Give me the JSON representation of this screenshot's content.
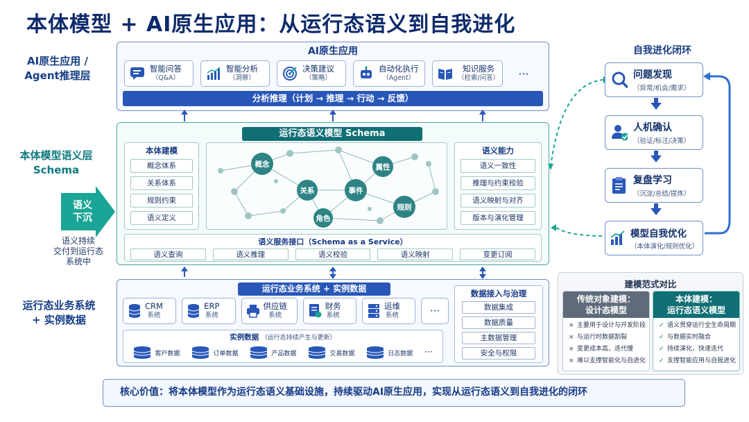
{
  "title": "本体模型 + AI原生应用：从运行态语义到自我进化",
  "layers": {
    "ai": "AI原生应用 /\nAgent推理层",
    "schema": "本体模型语义层\nSchema",
    "biz": "运行态业务系统\n+ 实例数据"
  },
  "sink": {
    "arrow_label": "语义\n下沉",
    "desc": "语义持续\n交付到运行态\n系统中"
  },
  "ai_panel": {
    "title": "AI原生应用",
    "apps": [
      {
        "icon": "chat-icon",
        "label": "智能问答",
        "sub": "（Q&A）"
      },
      {
        "icon": "chart-icon",
        "label": "智能分析",
        "sub": "（洞察）"
      },
      {
        "icon": "target-icon",
        "label": "决策建议",
        "sub": "（策略）"
      },
      {
        "icon": "robot-icon",
        "label": "自动化执行",
        "sub": "（Agent）"
      },
      {
        "icon": "book-icon",
        "label": "知识服务",
        "sub": "（检索/问答）"
      }
    ],
    "more": "···",
    "bar": "分析推理（计划 → 推理 → 行动 → 反馈）"
  },
  "schema_panel": {
    "title": "运行态语义模型  Schema",
    "left_title": "本体建模",
    "left_items": [
      "概念体系",
      "关系体系",
      "规则约束",
      "语义定义"
    ],
    "graph_nodes": [
      "概念",
      "关系",
      "事件",
      "属性",
      "规则",
      "角色"
    ],
    "right_title": "语义能力",
    "right_items": [
      "语义一致性",
      "推理与约束校验",
      "语义映射与对齐",
      "版本与演化管理"
    ],
    "service_title": "语义服务接口（Schema as a Service）",
    "services": [
      "语义查询",
      "语义推理",
      "语义校验",
      "语义映射",
      "变更订阅"
    ]
  },
  "biz_panel": {
    "bar": "运行态业务系统 + 实例数据",
    "systems": [
      {
        "icon": "db-icon",
        "label": "CRM",
        "sub": "系统"
      },
      {
        "icon": "db-icon",
        "label": "ERP",
        "sub": "系统"
      },
      {
        "icon": "printer-icon",
        "label": "供应链",
        "sub": "系统"
      },
      {
        "icon": "finance-icon",
        "label": "财务",
        "sub": "系统"
      },
      {
        "icon": "server-icon",
        "label": "运维",
        "sub": "系统"
      }
    ],
    "more": "···",
    "instance_title": "实例数据",
    "instance_note": "（运行态持续产生与更新）",
    "instances": [
      "客户数据",
      "订单数据",
      "产品数据",
      "交易数据",
      "日志数据"
    ],
    "instance_more": "···",
    "gov_title": "数据接入与治理",
    "gov_items": [
      "数据集成",
      "数据质量",
      "主数据管理",
      "安全与权限"
    ]
  },
  "loop": {
    "title": "自我进化闭环",
    "steps": [
      {
        "icon": "search-icon",
        "label": "问题发现",
        "sub": "（异常/机会/需求）"
      },
      {
        "icon": "user-check-icon",
        "label": "人机确认",
        "sub": "（验证/标注/决策）"
      },
      {
        "icon": "clipboard-icon",
        "label": "复盘学习",
        "sub": "（沉淀/总结/提炼）"
      },
      {
        "icon": "growth-icon",
        "label": "模型自我优化",
        "sub": "（本体演化/规则优化）"
      }
    ]
  },
  "compare": {
    "title": "建模范式对比",
    "left_head": "传统对象建模：\n设计态模型",
    "left_items": [
      "主要用于设计与开发阶段",
      "与运行时数据割裂",
      "变更成本高，迭代慢",
      "难以支撑智能化与自进化"
    ],
    "right_head": "本体建模：\n运行态语义模型",
    "right_items": [
      "语义贯穿运行全生命周期",
      "与数据实时融合",
      "持续演化，快速迭代",
      "支撑智能应用与自我进化"
    ],
    "left_mark": "×",
    "right_mark": "✓"
  },
  "core_value": "核心价值：将本体模型作为运行态语义基础设施，持续驱动AI原生应用，实现从运行态语义到自我进化的闭环",
  "colors": {
    "navy": "#2857b8",
    "teal": "#0f6f74",
    "grey": "#5f6b7a"
  }
}
